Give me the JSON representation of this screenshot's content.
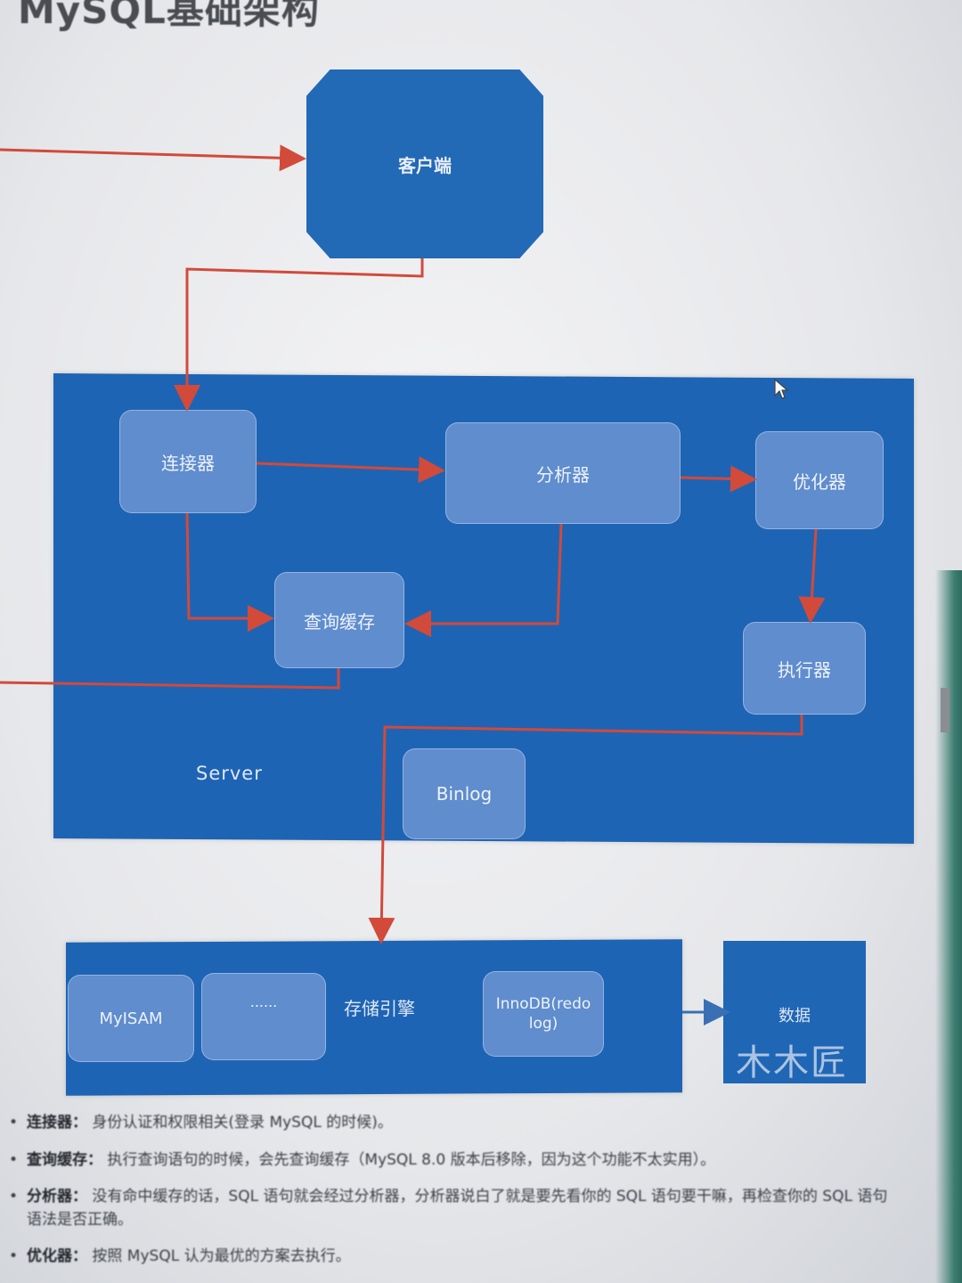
{
  "title": "MySQL基础架构",
  "client": {
    "label": "客户端"
  },
  "server": {
    "label": "Server",
    "nodes": {
      "connector": "连接器",
      "analyzer": "分析器",
      "optimizer": "优化器",
      "query_cache": "查询缓存",
      "executor": "执行器",
      "binlog": "Binlog"
    }
  },
  "storage": {
    "label": "存储引擎",
    "engines": [
      "MyISAM",
      "......",
      "InnoDB(redo log)"
    ]
  },
  "data": {
    "label": "数据",
    "watermark": "木木匠"
  },
  "notes": [
    {
      "term": "连接器",
      "text": "身份认证和权限相关(登录 MySQL 的时候)。"
    },
    {
      "term": "查询缓存",
      "text": "执行查询语句的时候，会先查询缓存（MySQL 8.0 版本后移除，因为这个功能不太实用）。"
    },
    {
      "term": "分析器",
      "text": "没有命中缓存的话，SQL 语句就会经过分析器，分析器说白了就是要先看你的 SQL 语句要干嘛，再检查你的 SQL 语句语法是否正确。"
    },
    {
      "term": "优化器",
      "text": "按照 MySQL 认为最优的方案去执行。"
    }
  ],
  "colors": {
    "box_blue": "#1e64b4",
    "arrow_red": "#d24a3a",
    "arrow_blue": "#3b6fb5"
  }
}
